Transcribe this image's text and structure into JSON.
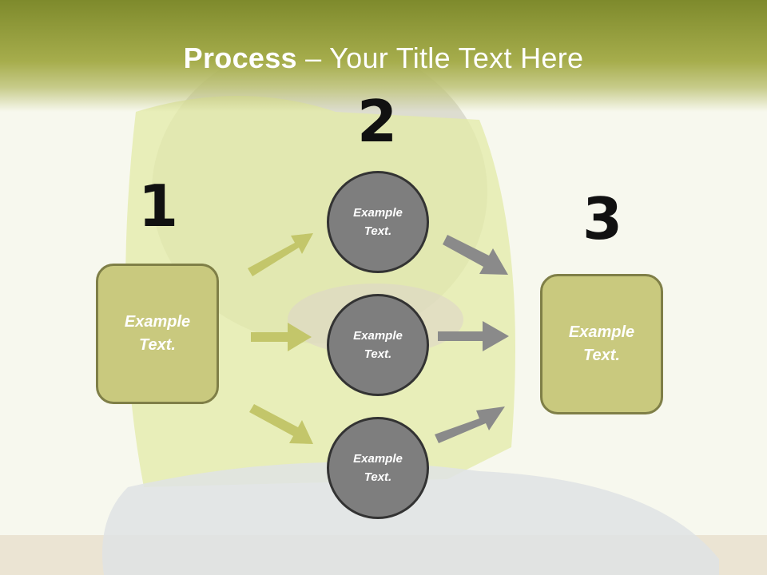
{
  "slide": {
    "title_bold": "Process",
    "title_rest": " – Your Title Text Here"
  },
  "steps": {
    "one": "1",
    "two": "2",
    "three": "3"
  },
  "nodes": {
    "left_box": "Example Text.",
    "circle_top": "Example Text.",
    "circle_middle": "Example Text.",
    "circle_bottom": "Example Text.",
    "right_box": "Example Text."
  },
  "colors": {
    "header": "#9aa23e",
    "box_fill": "#c9c97e",
    "box_border": "#7f7f47",
    "circle_fill": "#7e7e7e",
    "green_arrow": "#c3c66a",
    "gray_arrow": "#8a8a8a"
  }
}
